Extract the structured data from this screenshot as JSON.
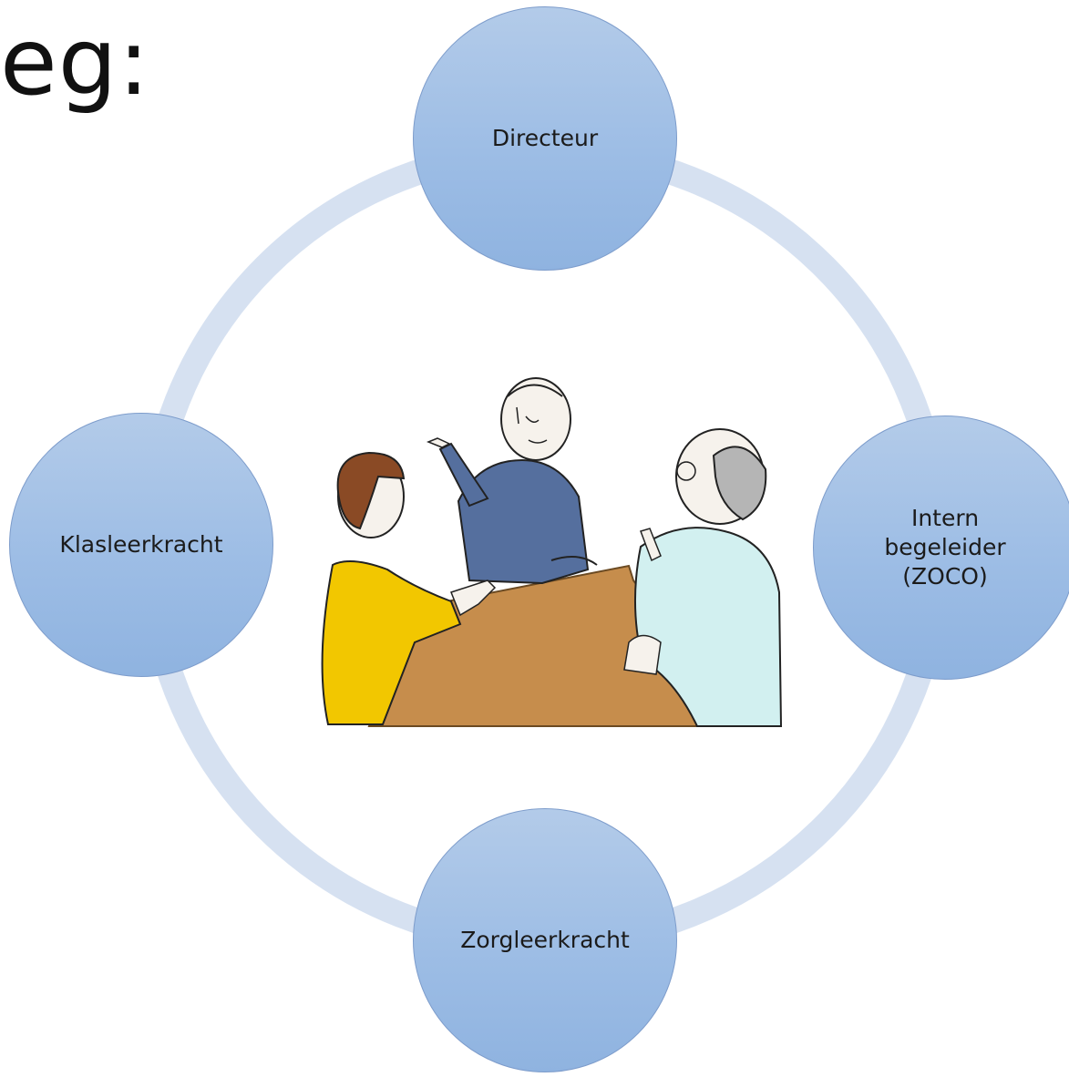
{
  "heading": "eg:",
  "nodes": {
    "top": "Directeur",
    "right": "Intern\nbegeleider\n(ZOCO)",
    "bottom": "Zorgleerkracht",
    "left": "Klasleerkracht"
  },
  "colors": {
    "node_fill_top": "#b3cbe9",
    "node_fill_bottom": "#8fb3e0",
    "ring": "#d6e1f1",
    "table": "#c68d4c",
    "woman_sweater": "#f2c700",
    "man_center_sweater": "#556f9e",
    "man_right_shirt": "#d2f0f0"
  },
  "illustration": {
    "icon": "meeting-illustration",
    "people": [
      "woman-figure",
      "man-center-figure",
      "man-right-figure"
    ]
  }
}
